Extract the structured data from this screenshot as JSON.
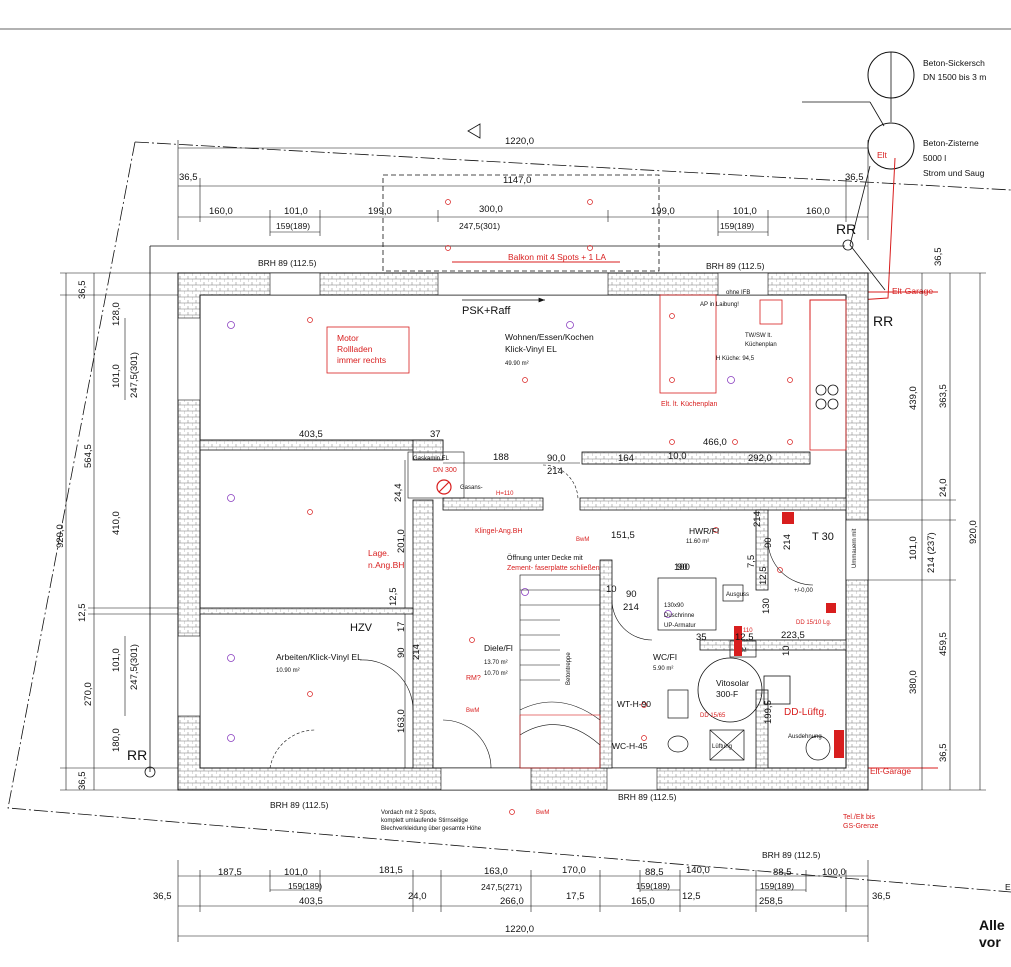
{
  "colors": {
    "line": "#111111",
    "accent": "#d81e1e",
    "fixture": "#8a3fc0"
  },
  "legend": {
    "sickerschacht_1": "Beton-Sickersch",
    "sickerschacht_2": "DN 1500 bis 3 m",
    "zisterne_1": "Beton-Zisterne",
    "zisterne_2": "5000 l",
    "zisterne_3": "Strom und Saug",
    "elt": "Elt",
    "bottom_right_1": "Alle",
    "bottom_right_2": "vor",
    "e_letter": "E"
  },
  "top_dims": {
    "overall": "1220,0",
    "inner": "1147,0",
    "left_edge": "36,5",
    "right_edge": "36,5",
    "d160_l": "160,0",
    "d101_l": "101,0",
    "d159_l": "159(189)",
    "d199_l": "199,0",
    "d300": "300,0",
    "d247": "247,5(301)",
    "d199_r": "199,0",
    "d101_r": "101,0",
    "d159_r": "159(189)",
    "d160_r": "160,0"
  },
  "labels": {
    "brh_top_left": "BRH 89 (112.5)",
    "brh_top_right": "BRH 89 (112.5)",
    "brh_bottom_left": "BRH 89 (112.5)",
    "brh_bottom_mid": "BRH 89 (112.5)",
    "brh_bottom_right": "BRH 89 (112.5)",
    "balkon": "Balkon mit 4 Spots + 1 LA",
    "rr_top": "RR",
    "rr_right": "RR",
    "rr_left": "RR",
    "psk": "PSK+Raff",
    "motor_1": "Motor",
    "motor_2": "Rollladen",
    "motor_3": "immer rechts",
    "wohnen_1": "Wohnen/Essen/Kochen",
    "wohnen_2": "Klick-Vinyl EL",
    "wohnen_area": "49.90 m²",
    "ohne_ifb": "ohne IFB",
    "ap_laibung": "AP in Laibung!",
    "tw_sw": "TW/SW lt.",
    "kuechenplan": "Küchenplan",
    "h_kueche": "H Küche: 94,5",
    "elt_kuechenplan": "Elt. lt. Küchenplan",
    "elt_garage_top": "Elt-Garage",
    "elt_garage_bottom": "Elt-Garage",
    "gaskamin": "Gaskamin EL",
    "dn300": "DN 300",
    "gasanschluss": "Gasans-",
    "h110": "H=110",
    "klingel": "Klingel-Ang.BH",
    "bwm1": "BwM",
    "bwm2": "BwM",
    "bwm3": "BwM",
    "oeffnung_1": "Öffnung unter Decke mit",
    "oeffnung_2": "Zement- faserplatte schließen",
    "lage_1": "Lage.",
    "lage_2": "n.Ang.BH",
    "hwr": "HWR/FI",
    "hwr_area": "11.60 m²",
    "t30": "T 30",
    "ummauern": "Ummauern mit",
    "diele": "Diele/Fl",
    "diele_area_1": "13.70 m²",
    "diele_area_2": "10.70 m²",
    "rm": "RM?",
    "hzv": "HZV",
    "arbeiten_1": "Arbeiten/Klick-Vinyl EL",
    "arbeiten_area": "10.90 m²",
    "dusche_1": "130x90",
    "dusche_2": "Duschrinne",
    "dusche_3": "UP-Armatur",
    "ausguss": "Ausguss",
    "pm_000": "+/-0,00",
    "dd_15_10": "DD 15/10 Lg.",
    "wm": "WM",
    "wc_fl": "WC/FI",
    "wc_area": "5.90 m²",
    "wt_h90": "WT-H-90",
    "wc_h45": "WC-H-45",
    "vitosolar_1": "Vitosolar",
    "vitosolar_2": "300-F",
    "dd_lueftung": "DD-Lüftg.",
    "luftung": "Lüftung",
    "ausdehnung": "Ausdehnung",
    "dd_15_65": "DD 15/65",
    "h110_2": "H 110",
    "tel_elt_1": "Tel./Elt bis",
    "tel_elt_2": "GS-Grenze",
    "treppe": "Betontreppe",
    "vordach_1": "Vordach mit 2 Spots,",
    "vordach_2": "komplett umlaufende Stirnseitige",
    "vordach_3": "Blechverkleidung über gesamte Höhe",
    "d100": "100",
    "d35": "35",
    "d125": "12,5"
  },
  "inner_dims": {
    "d403": "403,5",
    "d37": "37",
    "d466": "466,0",
    "d188": "188",
    "d900": "90,0",
    "d214a": "214",
    "d164": "164",
    "d100": "10,0",
    "d292": "292,0",
    "d244": "24,4",
    "d2010": "201,0",
    "d1515": "151,5",
    "d1630": "163,0",
    "d90a": "90",
    "d214b": "214",
    "d90b": "90",
    "d214c": "214",
    "d10": "10",
    "d90c": "90",
    "d214d": "214",
    "d2235": "223,5",
    "d75": "7,5",
    "d125b": "12,5",
    "d130": "130",
    "d1995": "199,5",
    "d125c": "12,5",
    "d10b": "10",
    "d90d": "90",
    "d214e": "214",
    "d17": "17",
    "d125d": "12,5"
  },
  "left_dims": {
    "d365_top": "36,5",
    "d1280": "128,0",
    "d1010a": "101,0",
    "d2475a": "247,5(301)",
    "d5645": "564,5",
    "d4100": "410,0",
    "d9200": "920,0",
    "d125": "12,5",
    "d1010b": "101,0",
    "d2475b": "247,5(301)",
    "d2700": "270,0",
    "d1800": "180,0",
    "d365_bot": "36,5"
  },
  "right_dims": {
    "d365_top": "36,5",
    "d4390": "439,0",
    "d3635": "363,5",
    "d240": "24,0",
    "d9200": "920,0",
    "d1010": "101,0",
    "d214": "214 (237)",
    "d4595": "459,5",
    "d3800": "380,0",
    "d365_bot": "36,5"
  },
  "bottom_dims": {
    "d1875": "187,5",
    "d1010": "101,0",
    "d1815": "181,5",
    "d1630": "163,0",
    "d1700": "170,0",
    "d885a": "88,5",
    "d1400": "140,0",
    "d885b": "88,5",
    "d1000": "100,0",
    "d159a": "159(189)",
    "d2475": "247,5(271)",
    "d159b": "159(189)",
    "d159c": "159(189)",
    "d365_l": "36,5",
    "d4035": "403,5",
    "d240": "24,0",
    "d2660": "266,0",
    "d175": "17,5",
    "d1650": "165,0",
    "d125": "12,5",
    "d2585": "258,5",
    "d365_r": "36,5",
    "overall": "1220,0"
  }
}
